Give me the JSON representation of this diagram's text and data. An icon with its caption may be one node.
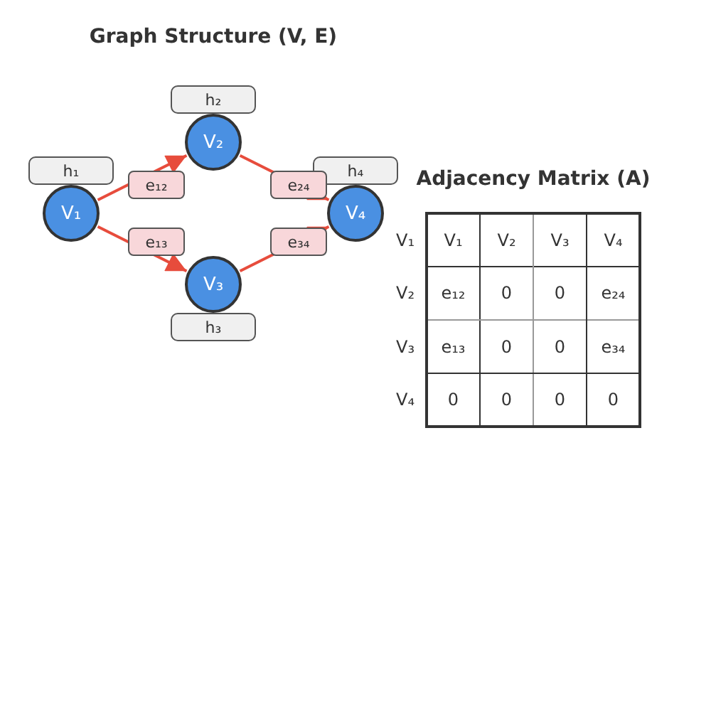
{
  "diagram": {
    "title": "Graph Structure (V, E)",
    "nodes": [
      {
        "text": [
          "h₁"
        ]
      },
      {
        "text": [
          "h₂"
        ]
      },
      {
        "text": [
          "V₂"
        ]
      },
      {
        "text": [
          "V₁"
        ]
      },
      {
        "text": [
          "h₄"
        ]
      },
      {
        "text": [
          "V₄"
        ]
      },
      {
        "text": [
          "V₃"
        ]
      },
      {
        "text": [
          "h₃"
        ]
      }
    ],
    "edges": [
      {
        "from": 3,
        "to": 2,
        "arrow": "to",
        "label": "e₁₂"
      },
      {
        "from": 2,
        "to": 5,
        "arrow": "to",
        "label": "e₂₄"
      },
      {
        "from": 3,
        "to": 6,
        "arrow": "to",
        "label": "e₁₃"
      },
      {
        "from": 6,
        "to": 5,
        "arrow": "to",
        "label": "e₃₄"
      }
    ],
    "labels": [
      "Adjacency Matrix (A)",
      "V₁",
      "V₁",
      "V₂",
      "V₃",
      "V₄",
      "V₂",
      "e₁₂",
      "0",
      "0",
      "e₂₄",
      "V₃",
      "e₁₃",
      "0",
      "0",
      "e₃₄",
      "V₄",
      "0",
      "0",
      "0",
      "0"
    ]
  }
}
